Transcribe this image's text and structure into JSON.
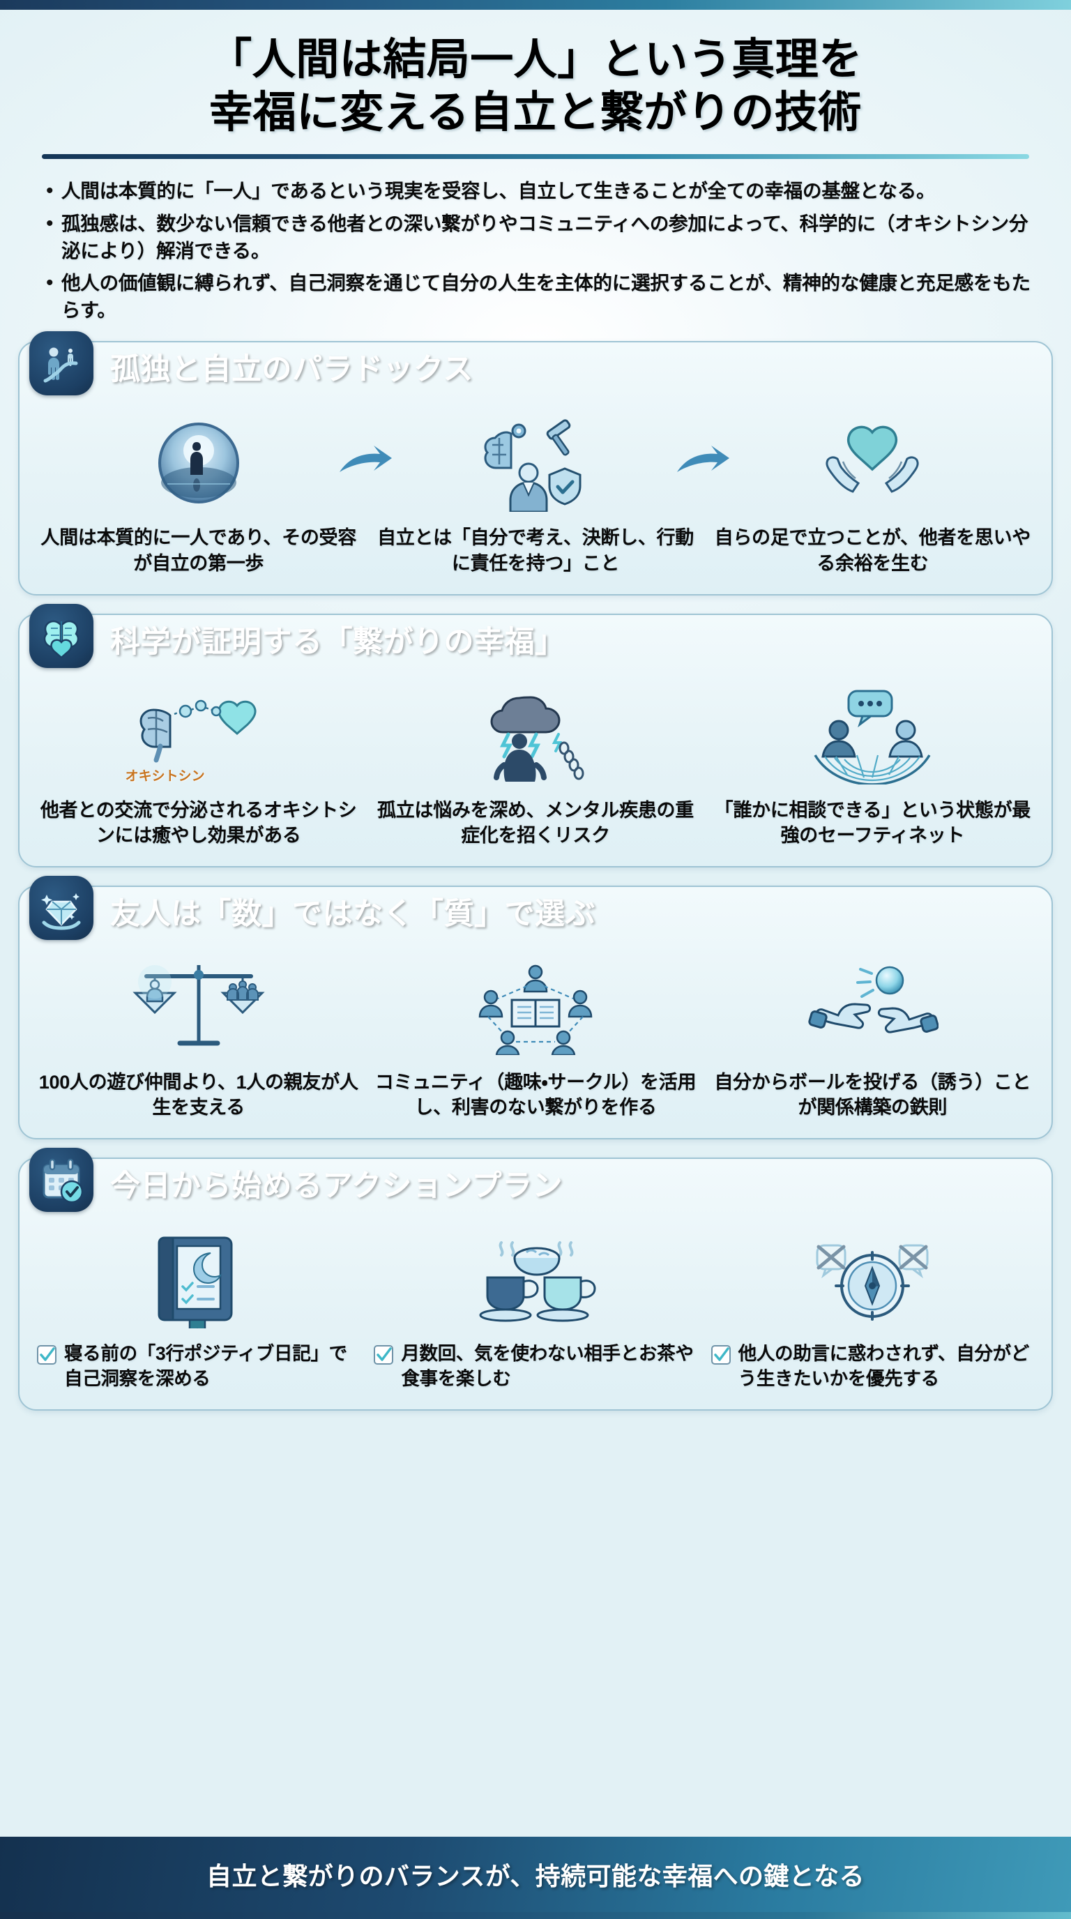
{
  "title": {
    "line1": "「人間は結局一人」という真理を",
    "line2": "幸福に変える自立と繋がりの技術"
  },
  "intro_bullets": [
    "人間は本質的に「一人」であるという現実を受容し、自立して生きることが全ての幸福の基盤となる。",
    "孤独感は、数少ない信頼できる他者との深い繋がりやコミュニティへの参加によって、科学的に（オキシトシン分泌により）解消できる。",
    "他人の価値観に縛られず、自己洞察を通じて自分の人生を主体的に選択することが、精神的な健康と充足感をもたらす。"
  ],
  "sections": [
    {
      "id": "solitude-independence-paradox",
      "icon": "person-on-path-icon",
      "header": "孤独と自立のパラドックス",
      "has_arrows": true,
      "cards": [
        {
          "icon": "lone-figure-moon-icon",
          "text": "人間は本質的に一人であり、その受容が自立の第一歩"
        },
        {
          "icon": "brain-gavel-shield-icon",
          "text": "自立とは「自分で考え、決断し、行動に責任を持つ」こと"
        },
        {
          "icon": "hands-holding-heart-icon",
          "text": "自らの足で立つことが、他者を思いやる余裕を生む"
        }
      ]
    },
    {
      "id": "science-of-connection",
      "icon": "brain-heart-icon",
      "header": "科学が証明する「繋がりの幸福」",
      "has_arrows": false,
      "cards": [
        {
          "icon": "brain-heart-oxytocin-icon",
          "text": "他者との交流で分泌されるオキシトシンには癒やし効果がある",
          "note": "オキシトシン"
        },
        {
          "icon": "person-storm-chains-icon",
          "text": "孤立は悩みを深め、メンタル疾患の重症化を招くリスク"
        },
        {
          "icon": "safety-net-conversation-icon",
          "text": "「誰かに相談できる」という状態が最強のセーフティネット"
        }
      ]
    },
    {
      "id": "friends-quality-over-quantity",
      "icon": "diamond-in-hand-icon",
      "header": "友人は「数」ではなく「質」で選ぶ",
      "has_arrows": false,
      "cards": [
        {
          "icon": "balance-scale-icon",
          "text": "100人の遊び仲間より、1人の親友が人生を支える"
        },
        {
          "icon": "community-network-book-icon",
          "text": "コミュニティ（趣味・サークル）を活用し、利害のない繋がりを作る"
        },
        {
          "icon": "throwing-ball-hands-icon",
          "text": "自分からボールを投げる（誘う）ことが関係構築の鉄則"
        }
      ]
    },
    {
      "id": "action-plan",
      "icon": "calendar-check-icon",
      "header": "今日から始めるアクションプラン",
      "has_arrows": false,
      "checklist": true,
      "cards": [
        {
          "icon": "journal-moon-icon",
          "text": "寝る前の「3行ポジティブ日記」で自己洞察を深める"
        },
        {
          "icon": "tea-cups-meal-icon",
          "text": "月数回、気を使わない相手とお茶や食事を楽しむ"
        },
        {
          "icon": "compass-no-advice-icon",
          "text": "他人の助言に惑わされず、自分がどう生きたいかを優先する"
        }
      ]
    }
  ],
  "footer": {
    "text": "自立と繋がりのバランスが、持続可能な幸福への鍵となる"
  },
  "colors": {
    "header_dark": "#1d4468",
    "header_light": "#8fd6e0",
    "badge": "#1c3f63",
    "accent_orange": "#c8741f",
    "card_border": "#9fc4d4",
    "teal": "#3fb8c8",
    "text": "#0a0a0a"
  }
}
